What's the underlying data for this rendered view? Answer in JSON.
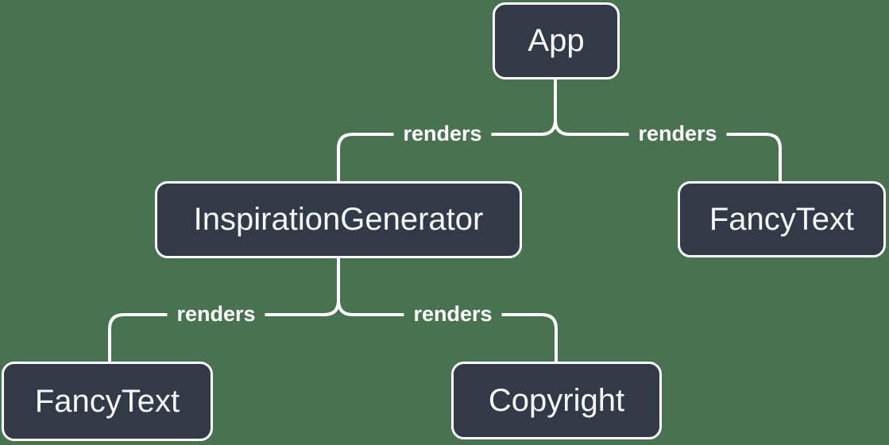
{
  "diagram": {
    "colors": {
      "background": "#487250",
      "node_fill": "#333A47",
      "node_border": "#FFFFFF",
      "node_text": "#F6F7F9",
      "edge_line": "#FFFFFF",
      "edge_label_text": "#FFFFFF"
    },
    "nodes": [
      {
        "id": "app",
        "label": "App"
      },
      {
        "id": "inspiration-generator",
        "label": "InspirationGenerator"
      },
      {
        "id": "fancy-text-top-right",
        "label": "FancyText"
      },
      {
        "id": "fancy-text-bottom-left",
        "label": "FancyText"
      },
      {
        "id": "copyright",
        "label": "Copyright"
      }
    ],
    "edges": [
      {
        "from": "App",
        "to": "InspirationGenerator",
        "label": "renders"
      },
      {
        "from": "App",
        "to": "FancyText",
        "label": "renders"
      },
      {
        "from": "InspirationGenerator",
        "to": "FancyText",
        "label": "renders"
      },
      {
        "from": "InspirationGenerator",
        "to": "Copyright",
        "label": "renders"
      }
    ]
  }
}
